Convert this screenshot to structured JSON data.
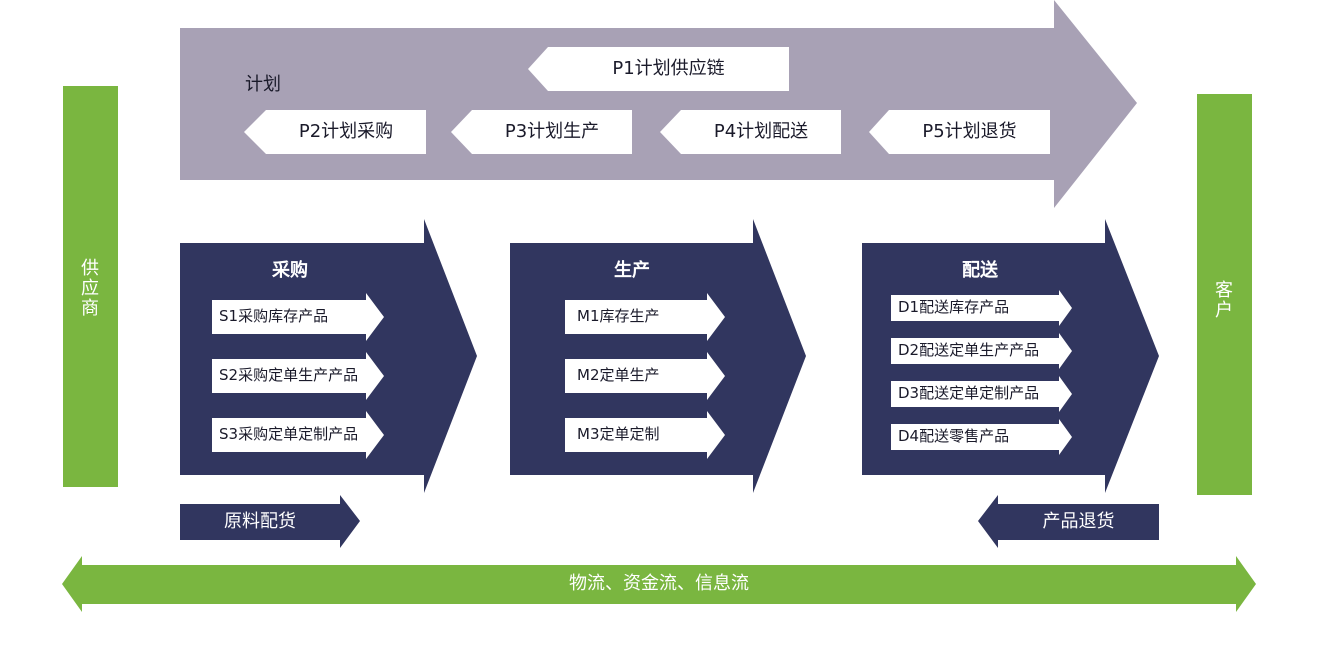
{
  "colors": {
    "plan_band": "#a8a1b5",
    "process_block": "#31365f",
    "white_arrow": "#ffffff",
    "green": "#7ab640"
  },
  "plan": {
    "label": "计划",
    "p1": "P1计划供应链",
    "p2": "P2计划采购",
    "p3": "P3计划生产",
    "p4": "P4计划配送",
    "p5": "P5计划退货"
  },
  "source": {
    "title": "采购",
    "items": [
      "S1采购库存产品",
      "S2采购定单生产产品",
      "S3采购定单定制产品"
    ]
  },
  "make": {
    "title": "生产",
    "items": [
      "M1库存生产",
      "M2定单生产",
      "M3定单定制"
    ]
  },
  "deliver": {
    "title": "配送",
    "items": [
      "D1配送库存产品",
      "D2配送定单生产产品",
      "D3配送定单定制产品",
      "D4配送零售产品"
    ]
  },
  "supplier": "供应商",
  "customer": "客户",
  "raw_material_delivery": "原料配货",
  "product_return": "产品退货",
  "flows": "物流、资金流、信息流"
}
